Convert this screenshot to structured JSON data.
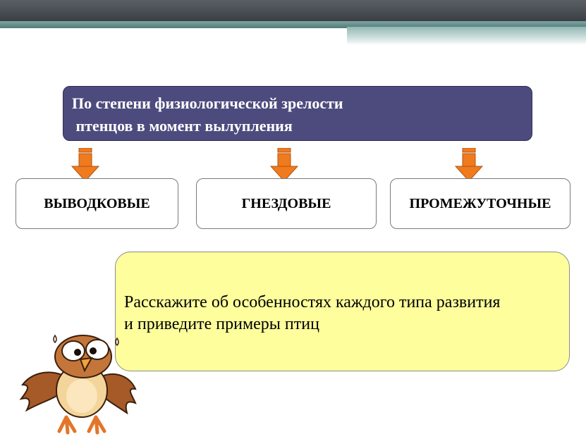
{
  "header": {
    "line1": "По степени физиологической зрелости",
    "line2": " птенцов в момент вылупления"
  },
  "types": [
    {
      "label": "ВЫВОДКОВЫЕ"
    },
    {
      "label": "ГНЕЗДОВЫЕ"
    },
    {
      "label": "ПРОМЕЖУТОЧНЫЕ"
    }
  ],
  "task": {
    "line1": "Расскажите об особенностях каждого типа развития",
    "line2": "и приведите примеры птиц"
  },
  "colors": {
    "header_bg": "#4d4b7e",
    "arrow": "#f07a1e",
    "task_bg": "#fefe9c"
  },
  "icons": {
    "arrow": "down-arrow-icon",
    "mascot": "owl-illustration"
  }
}
